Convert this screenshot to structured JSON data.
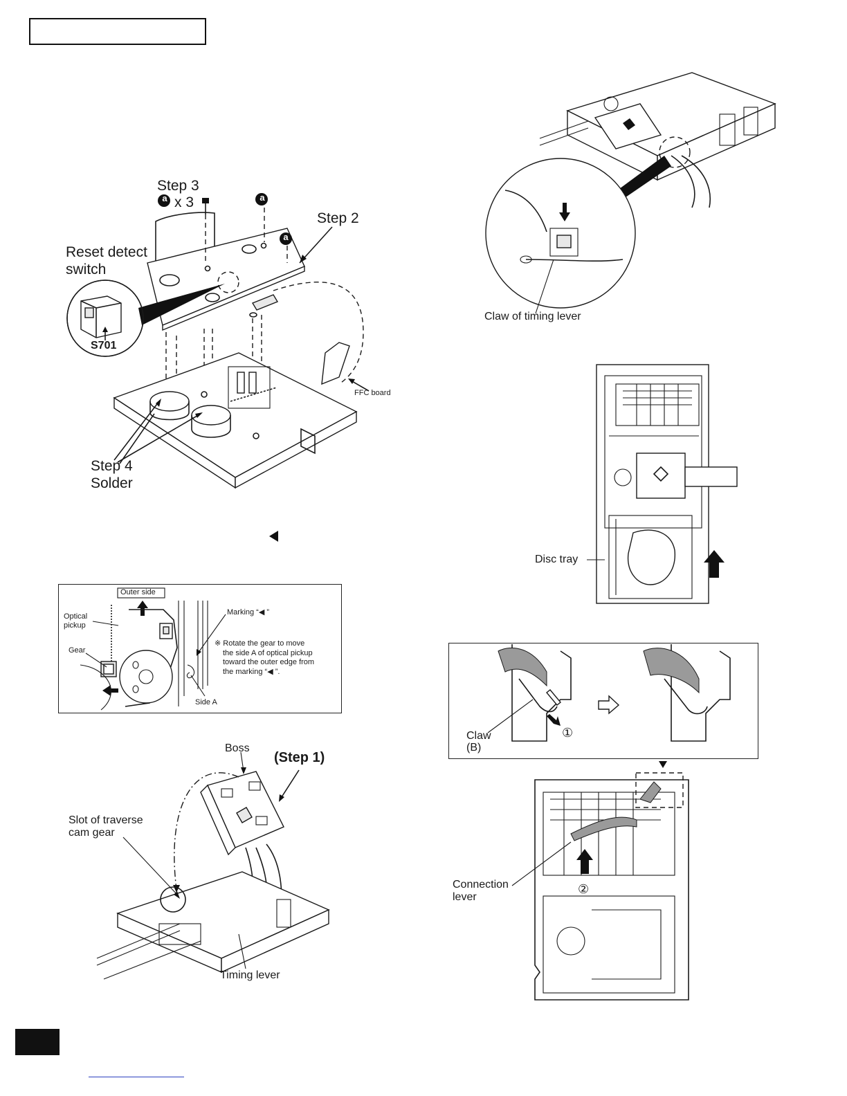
{
  "header": {
    "box_text": ""
  },
  "fig1": {
    "step3": "Step 3",
    "screw_symbol": "a",
    "screw_count": "x 3",
    "step2": "Step 2",
    "reset_detect": "Reset detect",
    "switch": "switch",
    "s701": "S701",
    "ffc_board": "FFC board",
    "step4": "Step 4",
    "solder": "Solder"
  },
  "fig2": {
    "outer_side": "Outer side",
    "optical": "Optical",
    "pickup": "pickup",
    "marking": "Marking “◀ ”",
    "gear": "Gear",
    "note_1": "※ Rotate the gear to move",
    "note_2": "the side A of optical pickup",
    "note_3": "toward the outer edge from",
    "note_4": "the marking “◀ ”.",
    "side_a": "Side A"
  },
  "fig3": {
    "boss": "Boss",
    "step1": "(Step 1)",
    "slot_1": "Slot of traverse",
    "slot_2": "cam gear",
    "timing_lever": "Timing lever"
  },
  "fig4": {
    "claw_timing": "Claw of timing lever"
  },
  "fig5": {
    "disc_tray": "Disc tray"
  },
  "fig6": {
    "claw": "Claw",
    "claw_b": "(B)",
    "step_1": "①",
    "step_2": "②",
    "connection": "Connection",
    "lever": "lever"
  }
}
